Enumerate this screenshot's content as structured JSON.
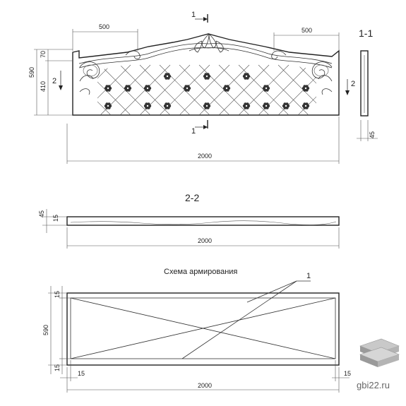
{
  "elevation": {
    "section_mark": "1",
    "section_mark_bottom": "1",
    "width_label": "2000",
    "left_top_label": "500",
    "right_top_label": "500",
    "height_total": "590",
    "height_top": "70",
    "height_mid": "410",
    "section_arrow_left": "2",
    "section_arrow_right": "2"
  },
  "section_1_1": {
    "title": "1-1",
    "thickness_label": "45"
  },
  "section_2_2": {
    "title": "2-2",
    "thickness_a": "45",
    "thickness_b": "15",
    "width_label": "2000"
  },
  "reinforcement": {
    "title": "Схема армирования",
    "callout": "1",
    "cover_top": "15",
    "height_label": "590",
    "cover_bottom": "15",
    "cover_left": "15",
    "cover_right": "15",
    "width_label": "2000"
  },
  "watermark": {
    "text": "gbi22.ru"
  }
}
